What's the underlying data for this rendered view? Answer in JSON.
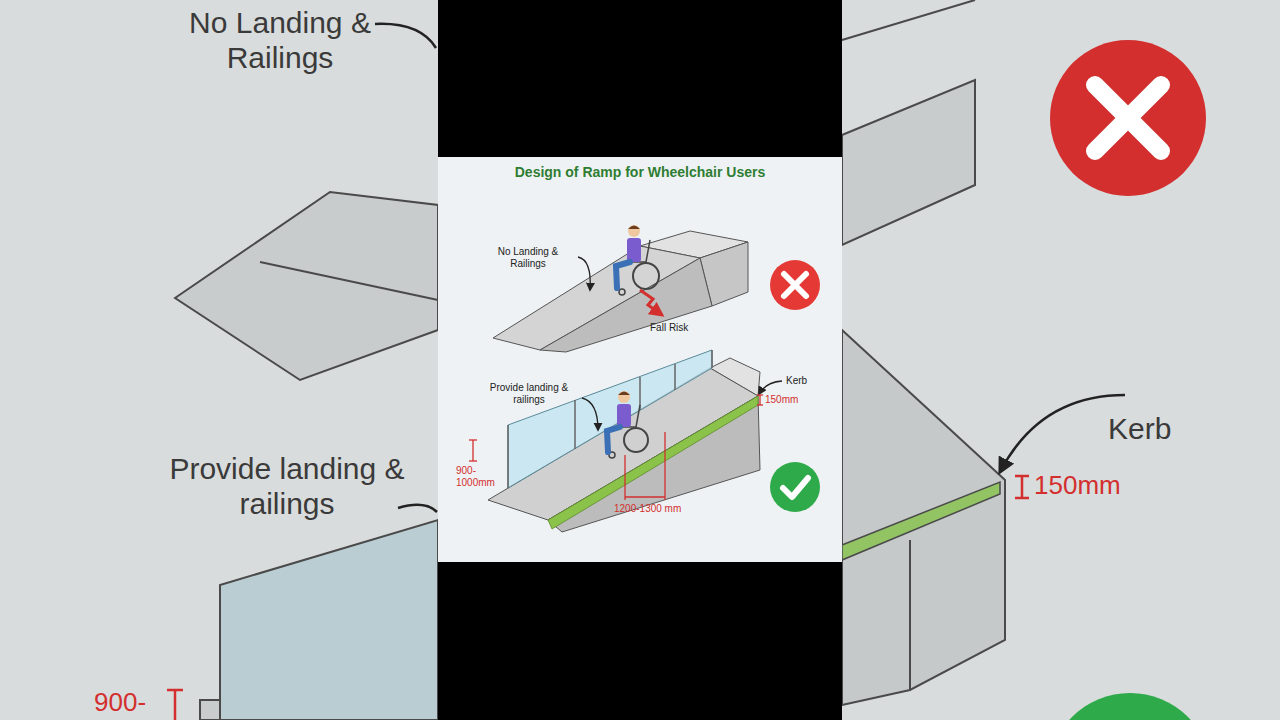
{
  "diagram": {
    "title": "Design of Ramp for Wheelchair Users",
    "labels": [
      "No Landing & Railings",
      "Provide landing & railings",
      "900-",
      "No Landing & Railings",
      "Fall Risk",
      "Provide landing & railings",
      "Kerb",
      "150mm",
      "900-1000mm",
      "1200-1300 mm",
      "Kerb",
      "150mm"
    ]
  }
}
